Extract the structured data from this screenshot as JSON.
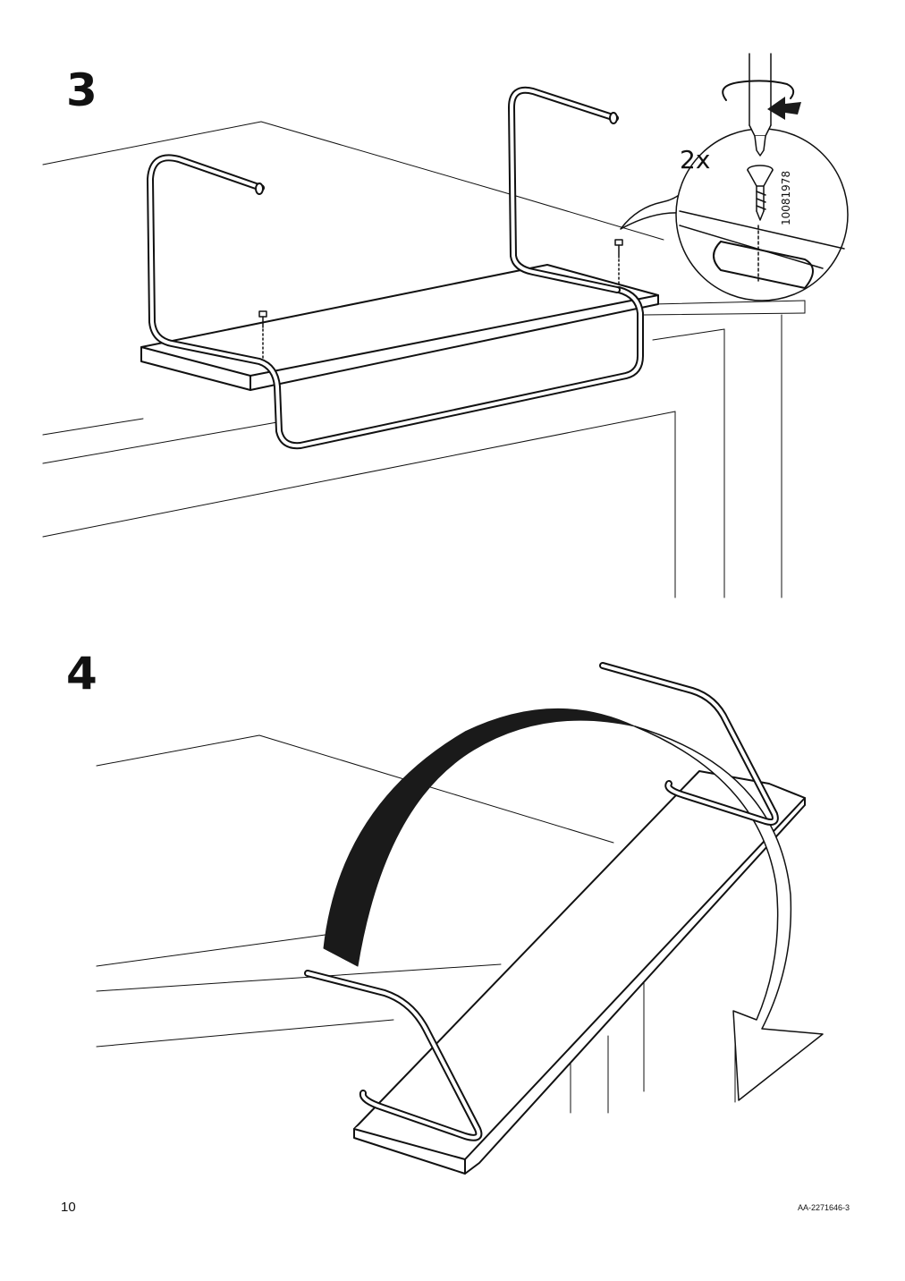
{
  "steps": [
    {
      "number": "3",
      "quantity": "2x",
      "part_number": "10081978"
    },
    {
      "number": "4"
    }
  ],
  "footer": {
    "page_number": "10",
    "document_code": "AA-2271646-3"
  },
  "colors": {
    "ink": "#111111",
    "background": "#ffffff",
    "arrow_fill": "#1a1a1a"
  },
  "icons": [
    "screwdriver-icon",
    "screw-icon",
    "rotation-arrow-icon",
    "flip-arrow-icon"
  ]
}
